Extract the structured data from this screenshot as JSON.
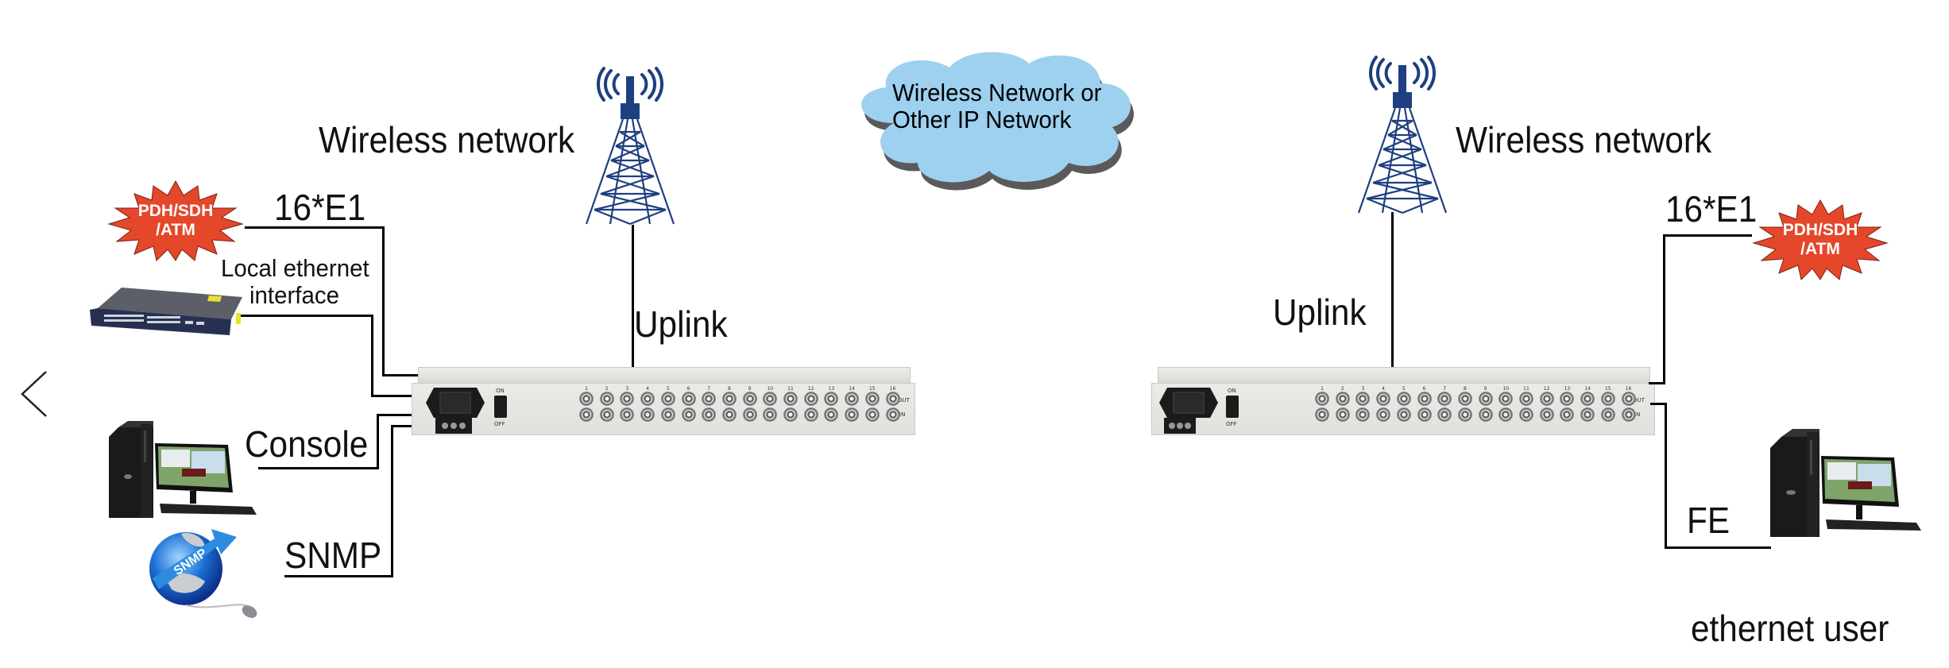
{
  "diagram": {
    "title": "E1 over IP / Wireless multiplexer application diagram",
    "colors": {
      "cloud": "#9ed0ef",
      "tower": "#1e3f80",
      "burst": "#e5472a",
      "wire": "#000000",
      "rack": "#e3e5e0"
    },
    "navigation": {
      "prev_icon": "chevron-left-icon"
    },
    "cloud": {
      "line1": "Wireless Network or",
      "line2": "Other IP Network"
    },
    "left_site": {
      "tower_label": "Wireless network",
      "uplink_label": "Uplink",
      "e1_label": "16*E1",
      "pdh_burst": {
        "line1": "PDH/SDH",
        "line2": "/ATM"
      },
      "local_ethernet_label": {
        "line1": "Local ethernet",
        "line2": "interface"
      },
      "console_label": "Console",
      "snmp_label": "SNMP",
      "snmp_globe_text": "SNMP"
    },
    "right_site": {
      "tower_label": "Wireless network",
      "uplink_label": "Uplink",
      "e1_label": "16*E1",
      "pdh_burst": {
        "line1": "PDH/SDH",
        "line2": "/ATM"
      },
      "fe_label": "FE",
      "user_label": "ethernet user"
    },
    "device": {
      "switch_on": "ON",
      "switch_off": "OFF",
      "row_out": "OUT",
      "row_in": "IN",
      "port_numbers": [
        "1",
        "2",
        "3",
        "4",
        "5",
        "6",
        "7",
        "8",
        "9",
        "10",
        "11",
        "12",
        "13",
        "14",
        "15",
        "16"
      ]
    }
  }
}
